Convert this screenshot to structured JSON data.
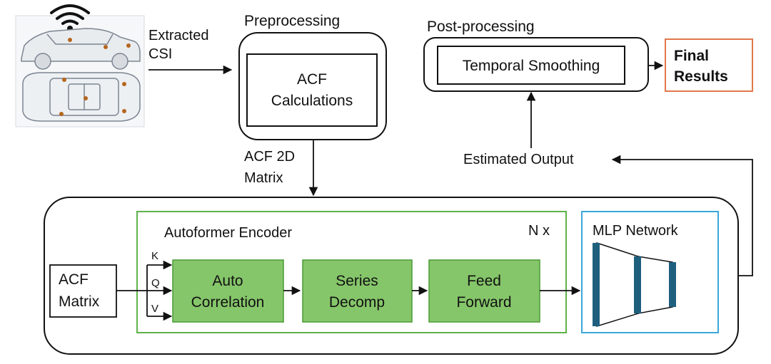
{
  "input": {
    "csi_label_line1": "Extracted",
    "csi_label_line2": "CSI"
  },
  "preprocessing": {
    "title": "Preprocessing",
    "block_line1": "ACF",
    "block_line2": "Calculations",
    "output_line1": "ACF 2D",
    "output_line2": "Matrix"
  },
  "postprocessing": {
    "title": "Post-processing",
    "block": "Temporal Smoothing",
    "final_line1": "Final",
    "final_line2": "Results",
    "estimated_output": "Estimated Output"
  },
  "encoder": {
    "title": "Autoformer Encoder",
    "repeat": "N x",
    "input_line1": "ACF",
    "input_line2": "Matrix",
    "k": "K",
    "q": "Q",
    "v": "V",
    "auto_line1": "Auto",
    "auto_line2": "Correlation",
    "series_line1": "Series",
    "series_line2": "Decomp",
    "ff_line1": "Feed",
    "ff_line2": "Forward"
  },
  "mlp": {
    "title": "MLP Network"
  },
  "colors": {
    "encoder_border": "#5fb24b",
    "block_fill": "#86c66a",
    "mlp_border": "#3aa7d8",
    "final_border": "#e0774a",
    "layer_fill": "#1f5f7e"
  },
  "icons": {
    "wifi": "wifi-icon",
    "car_side": "car-side-view",
    "car_top": "car-top-view"
  }
}
